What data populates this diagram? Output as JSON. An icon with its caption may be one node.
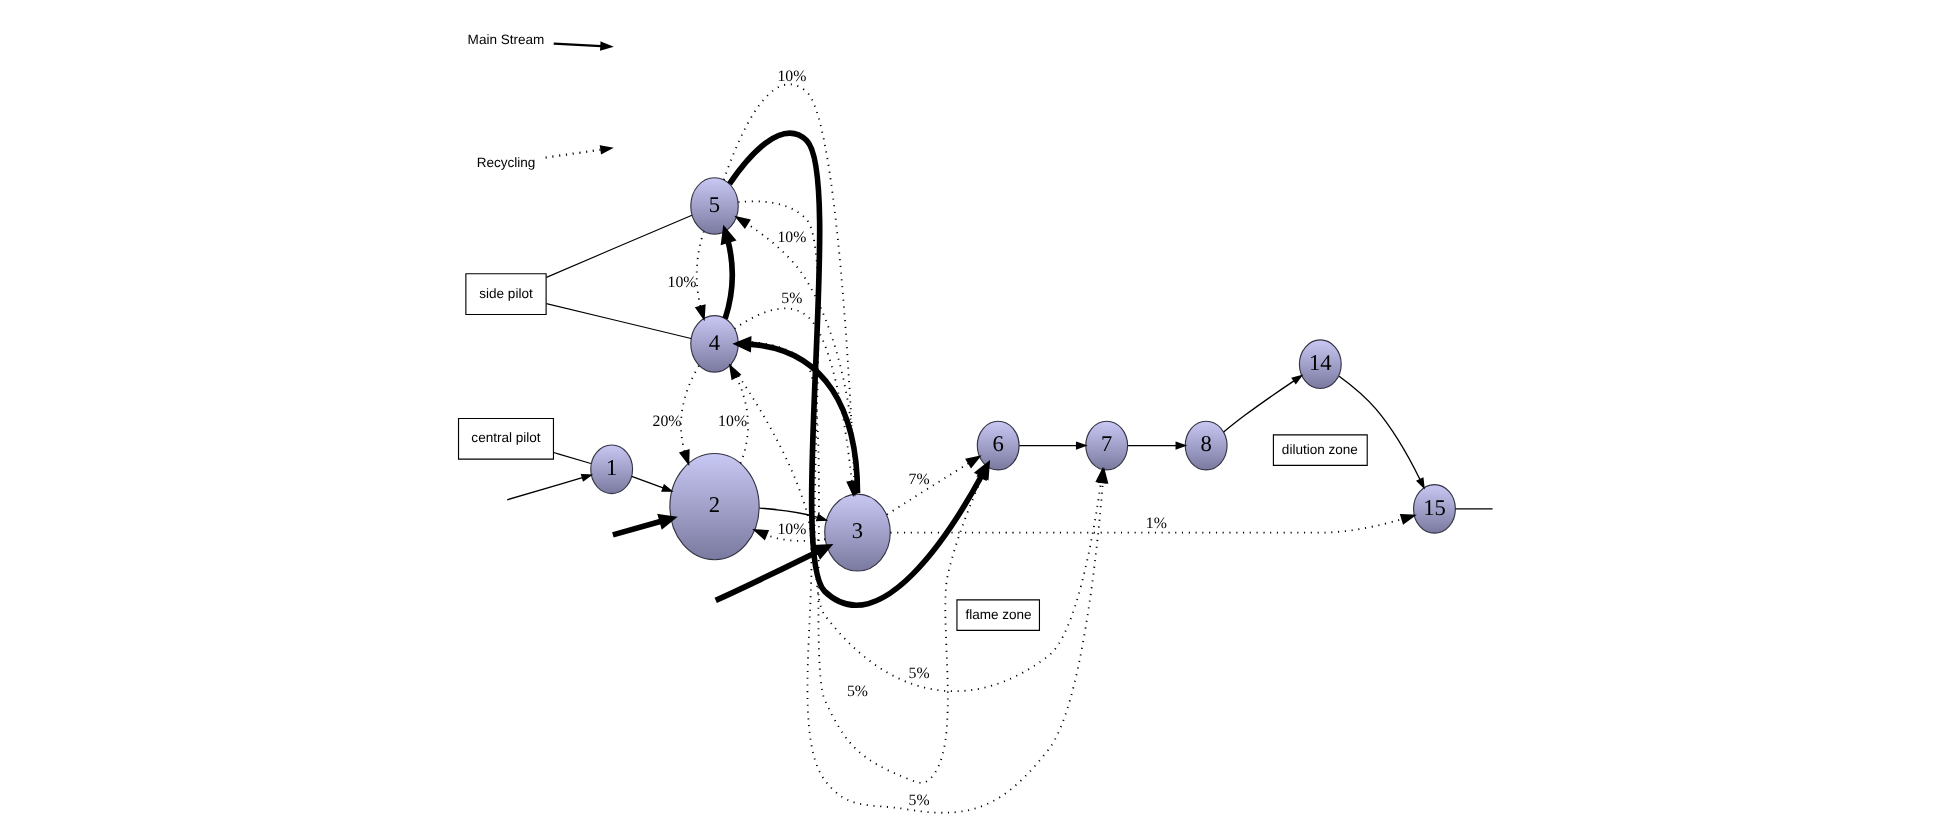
{
  "diagram": {
    "nodes": [
      {
        "text": [
          "5"
        ]
      },
      {
        "text": [
          "side pilot"
        ]
      },
      {
        "text": [
          "4"
        ]
      },
      {
        "text": [
          "central pilot"
        ]
      },
      {
        "text": [
          "1"
        ]
      },
      {
        "text": [
          "2"
        ]
      },
      {
        "text": [
          "3"
        ]
      },
      {
        "text": [
          "6"
        ]
      },
      {
        "text": [
          "7"
        ]
      },
      {
        "text": [
          "8"
        ]
      },
      {
        "text": [
          "14"
        ]
      },
      {
        "text": [
          "15"
        ]
      }
    ],
    "edges": [
      {
        "from": 1,
        "to": 0,
        "arrow": "none"
      },
      {
        "from": 1,
        "to": 2,
        "arrow": "none"
      },
      {
        "from": 3,
        "to": 4,
        "arrow": "none"
      },
      {
        "from": null,
        "to": 4,
        "arrow": "to"
      },
      {
        "from": 4,
        "to": 5,
        "arrow": "to"
      },
      {
        "from": null,
        "to": 5,
        "arrow": "to",
        "style": "thick"
      },
      {
        "from": 5,
        "to": 6,
        "arrow": "to"
      },
      {
        "from": 6,
        "to": 5,
        "arrow": "to",
        "style": "dashed",
        "label": "10%"
      },
      {
        "from": 5,
        "to": 2,
        "arrow": "to",
        "style": "dashed",
        "label": "10%"
      },
      {
        "from": 2,
        "to": 5,
        "arrow": "to",
        "style": "dashed",
        "label": "20%"
      },
      {
        "from": 2,
        "to": 0,
        "arrow": "to",
        "style": "thick"
      },
      {
        "from": 0,
        "to": 2,
        "arrow": "to",
        "style": "dashed",
        "label": "10%"
      },
      {
        "from": 6,
        "to": 2,
        "arrow": "to",
        "style": "thick"
      },
      {
        "from": 6,
        "to": 0,
        "arrow": "to",
        "style": "dashed",
        "label": "10%"
      },
      {
        "from": 2,
        "to": 6,
        "arrow": "to",
        "style": "dashed",
        "label": "5%"
      },
      {
        "from": 0,
        "to": 6,
        "arrow": "to",
        "style": "dashed",
        "label": "10%"
      },
      {
        "from": 2,
        "to": 7,
        "arrow": "to",
        "style": "dashed",
        "label": "5%"
      },
      {
        "from": 0,
        "to": 7,
        "arrow": "to",
        "style": "thick"
      },
      {
        "from": 2,
        "to": 8,
        "arrow": "to",
        "style": "dashed",
        "label": "5%"
      },
      {
        "from": 0,
        "to": 8,
        "arrow": "to",
        "style": "dashed",
        "label": "5%"
      },
      {
        "from": 6,
        "to": 7,
        "arrow": "to",
        "style": "dashed",
        "label": "7%"
      },
      {
        "from": 7,
        "to": 8,
        "arrow": "to"
      },
      {
        "from": 8,
        "to": 9,
        "arrow": "to"
      },
      {
        "from": 9,
        "to": 10,
        "arrow": "to"
      },
      {
        "from": 10,
        "to": 11,
        "arrow": "to"
      },
      {
        "from": 11,
        "to": null,
        "arrow": "none"
      },
      {
        "from": 6,
        "to": 11,
        "arrow": "to",
        "style": "dashed",
        "label": "1%"
      },
      {
        "from": null,
        "to": 6,
        "arrow": "to",
        "style": "thick"
      }
    ],
    "labels": [
      "flame zone",
      "dilution zone"
    ],
    "legend": [
      {
        "text": "Main Stream"
      },
      {
        "text": "Recycling"
      }
    ]
  }
}
